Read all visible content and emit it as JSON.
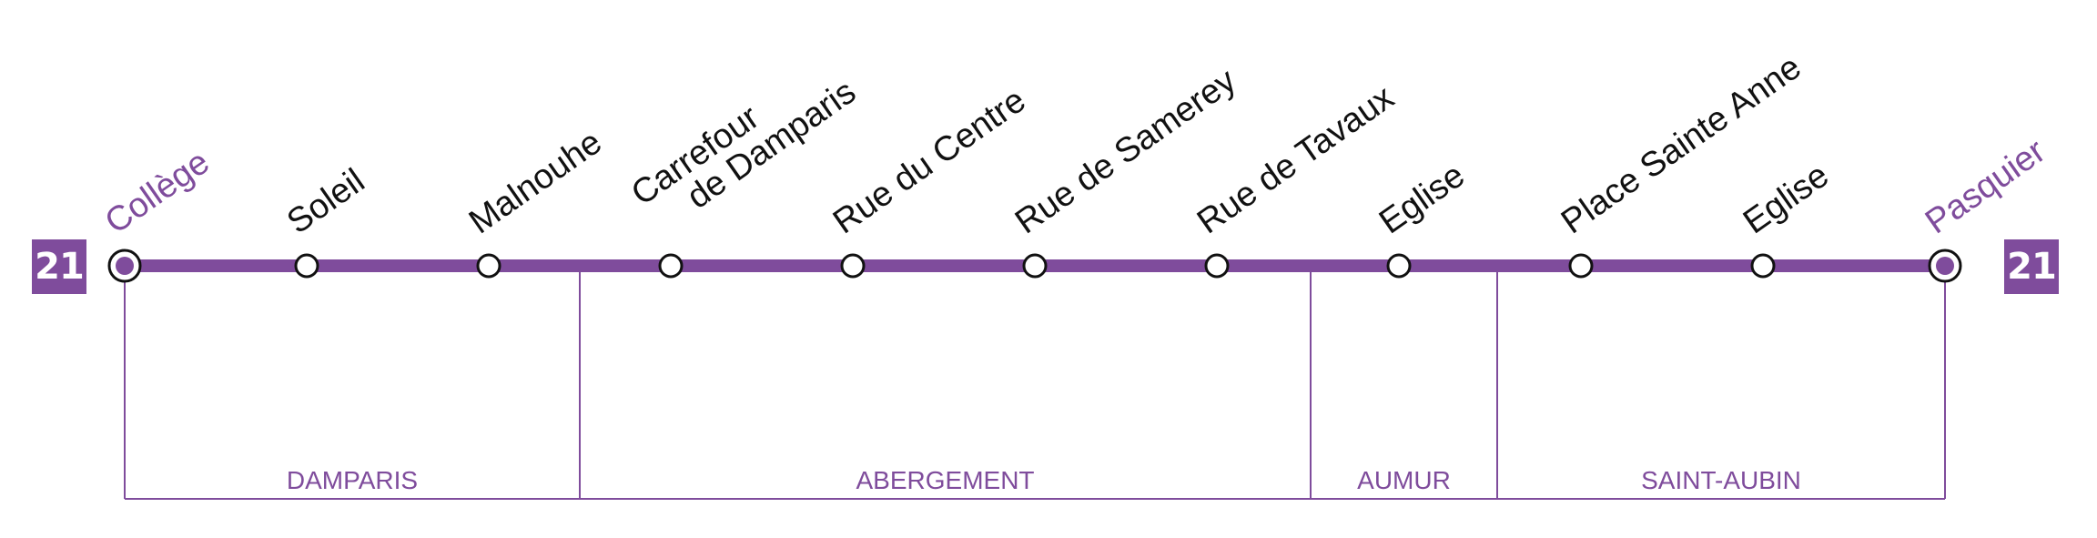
{
  "colors": {
    "line": "#7f4c9c",
    "text_dark": "#111111",
    "background": "#ffffff"
  },
  "route": {
    "number": "21"
  },
  "stops": [
    {
      "name": "Collège",
      "terminus": true
    },
    {
      "name": "Soleil",
      "terminus": false
    },
    {
      "name": "Malnouhe",
      "terminus": false
    },
    {
      "name": "Carrefour\nde Damparis",
      "terminus": false
    },
    {
      "name": "Rue du Centre",
      "terminus": false
    },
    {
      "name": "Rue de Samerey",
      "terminus": false
    },
    {
      "name": "Rue de Tavaux",
      "terminus": false
    },
    {
      "name": "Eglise",
      "terminus": false
    },
    {
      "name": "Place Sainte Anne",
      "terminus": false
    },
    {
      "name": "Eglise",
      "terminus": false
    },
    {
      "name": "Pasquier",
      "terminus": true
    }
  ],
  "zones": [
    {
      "name": "DAMPARIS"
    },
    {
      "name": "ABERGEMENT"
    },
    {
      "name": "AUMUR"
    },
    {
      "name": "SAINT-AUBIN"
    }
  ]
}
